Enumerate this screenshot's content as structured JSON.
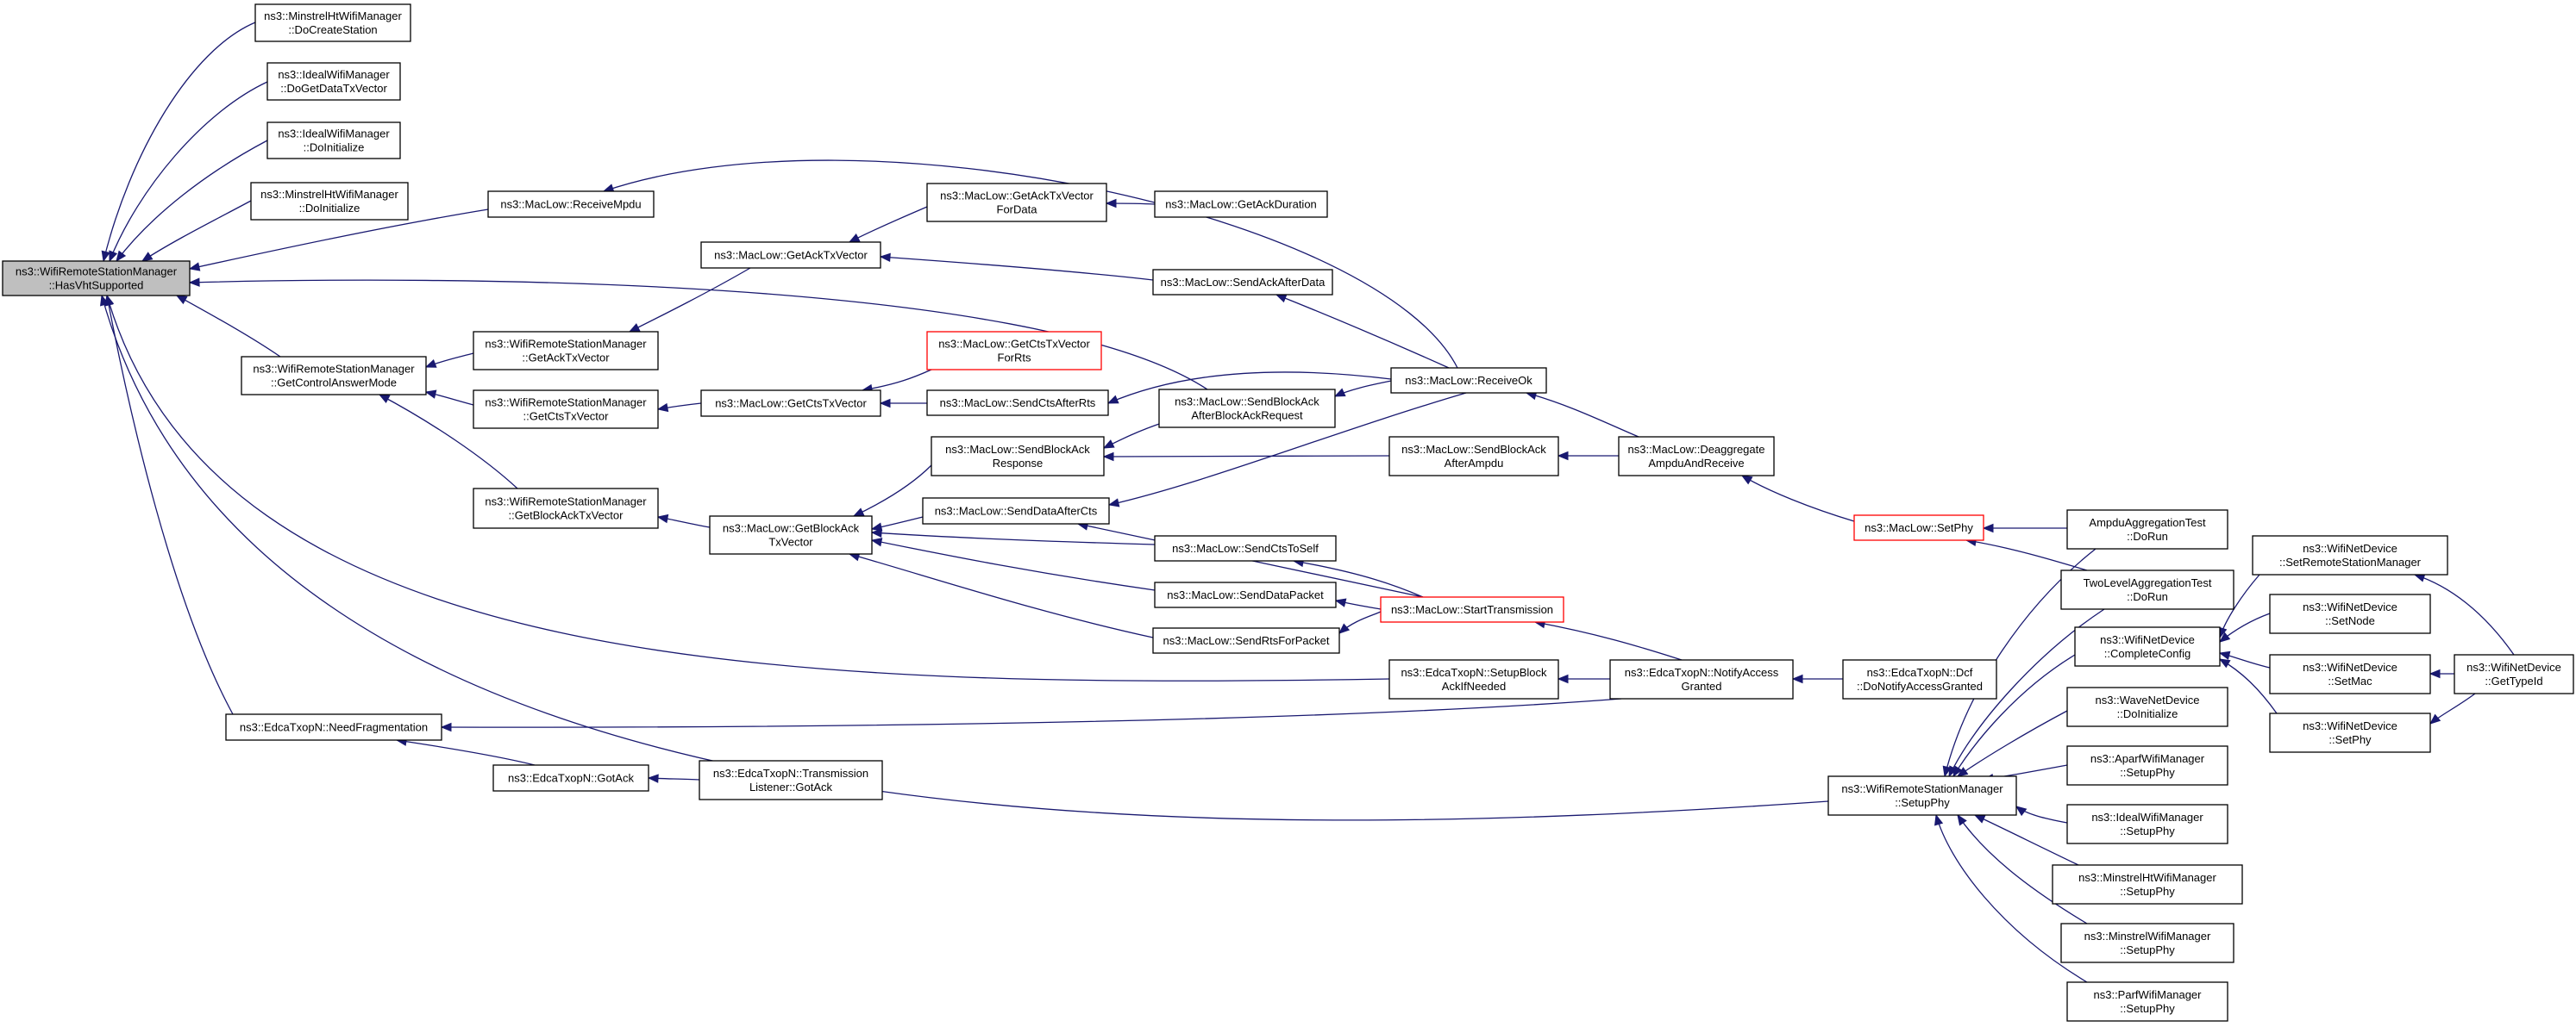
{
  "graph": {
    "colors": {
      "edge": "#191970",
      "node_fill": "#ffffff",
      "root_fill": "#bfbfbf",
      "border": "#000000",
      "truncated_border": "#ff0000"
    },
    "nodes": [
      {
        "id": "hasvht",
        "lines": [
          "ns3::WifiRemoteStationManager",
          "::HasVhtSupported"
        ],
        "root": true
      },
      {
        "id": "minhtcreate",
        "lines": [
          "ns3::MinstrelHtWifiManager",
          "::DoCreateStation"
        ]
      },
      {
        "id": "idealtx",
        "lines": [
          "ns3::IdealWifiManager",
          "::DoGetDataTxVector"
        ]
      },
      {
        "id": "idealinit",
        "lines": [
          "ns3::IdealWifiManager",
          "::DoInitialize"
        ]
      },
      {
        "id": "minhtinit",
        "lines": [
          "ns3::MinstrelHtWifiManager",
          "::DoInitialize"
        ]
      },
      {
        "id": "recvmpdu",
        "lines": [
          "ns3::MacLow::ReceiveMpdu"
        ]
      },
      {
        "id": "getctrl",
        "lines": [
          "ns3::WifiRemoteStationManager",
          "::GetControlAnswerMode"
        ]
      },
      {
        "id": "needfrag",
        "lines": [
          "ns3::EdcaTxopN::NeedFragmentation"
        ]
      },
      {
        "id": "wrsmack",
        "lines": [
          "ns3::WifiRemoteStationManager",
          "::GetAckTxVector"
        ]
      },
      {
        "id": "wrsmcts",
        "lines": [
          "ns3::WifiRemoteStationManager",
          "::GetCtsTxVector"
        ]
      },
      {
        "id": "wrsmba",
        "lines": [
          "ns3::WifiRemoteStationManager",
          "::GetBlockAckTxVector"
        ]
      },
      {
        "id": "gotack",
        "lines": [
          "ns3::EdcaTxopN::GotAck"
        ]
      },
      {
        "id": "mlack",
        "lines": [
          "ns3::MacLow::GetAckTxVector"
        ]
      },
      {
        "id": "mlcts",
        "lines": [
          "ns3::MacLow::GetCtsTxVector"
        ]
      },
      {
        "id": "mlba",
        "lines": [
          "ns3::MacLow::GetBlockAck",
          "TxVector"
        ]
      },
      {
        "id": "txlistener",
        "lines": [
          "ns3::EdcaTxopN::Transmission",
          "Listener::GotAck"
        ]
      },
      {
        "id": "ackfordata",
        "lines": [
          "ns3::MacLow::GetAckTxVector",
          "ForData"
        ]
      },
      {
        "id": "ctsforrts",
        "lines": [
          "ns3::MacLow::GetCtsTxVector",
          "ForRts"
        ],
        "truncated": true
      },
      {
        "id": "sendctsafter",
        "lines": [
          "ns3::MacLow::SendCtsAfterRts"
        ]
      },
      {
        "id": "sendbaresp",
        "lines": [
          "ns3::MacLow::SendBlockAck",
          "Response"
        ]
      },
      {
        "id": "senddataaftercts",
        "lines": [
          "ns3::MacLow::SendDataAfterCts"
        ]
      },
      {
        "id": "getackdur",
        "lines": [
          "ns3::MacLow::GetAckDuration"
        ]
      },
      {
        "id": "sendackafter",
        "lines": [
          "ns3::MacLow::SendAckAfterData"
        ]
      },
      {
        "id": "sendbaafterreq",
        "lines": [
          "ns3::MacLow::SendBlockAck",
          "AfterBlockAckRequest"
        ]
      },
      {
        "id": "sendctstoself",
        "lines": [
          "ns3::MacLow::SendCtsToSelf"
        ]
      },
      {
        "id": "senddatapacket",
        "lines": [
          "ns3::MacLow::SendDataPacket"
        ]
      },
      {
        "id": "sendrts",
        "lines": [
          "ns3::MacLow::SendRtsForPacket"
        ]
      },
      {
        "id": "receiveok",
        "lines": [
          "ns3::MacLow::ReceiveOk"
        ]
      },
      {
        "id": "sendbaampdu",
        "lines": [
          "ns3::MacLow::SendBlockAck",
          "AfterAmpdu"
        ]
      },
      {
        "id": "starttx",
        "lines": [
          "ns3::MacLow::StartTransmission"
        ],
        "truncated": true
      },
      {
        "id": "setupba",
        "lines": [
          "ns3::EdcaTxopN::SetupBlock",
          "AckIfNeeded"
        ]
      },
      {
        "id": "deaggr",
        "lines": [
          "ns3::MacLow::Deaggregate",
          "AmpduAndReceive"
        ]
      },
      {
        "id": "notifyaccess",
        "lines": [
          "ns3::EdcaTxopN::NotifyAccess",
          "Granted"
        ]
      },
      {
        "id": "dcfnotify",
        "lines": [
          "ns3::EdcaTxopN::Dcf",
          "::DoNotifyAccessGranted"
        ]
      },
      {
        "id": "setphy",
        "lines": [
          "ns3::MacLow::SetPhy"
        ],
        "truncated": true
      },
      {
        "id": "wrsmsetup",
        "lines": [
          "ns3::WifiRemoteStationManager",
          "::SetupPhy"
        ]
      },
      {
        "id": "ampdutest",
        "lines": [
          "AmpduAggregationTest",
          "::DoRun"
        ]
      },
      {
        "id": "twoleveltest",
        "lines": [
          "TwoLevelAggregationTest",
          "::DoRun"
        ]
      },
      {
        "id": "completeconfig",
        "lines": [
          "ns3::WifiNetDevice",
          "::CompleteConfig"
        ]
      },
      {
        "id": "wavedoinit",
        "lines": [
          "ns3::WaveNetDevice",
          "::DoInitialize"
        ]
      },
      {
        "id": "aarf",
        "lines": [
          "ns3::AparfWifiManager",
          "::SetupPhy"
        ]
      },
      {
        "id": "idealsetup",
        "lines": [
          "ns3::IdealWifiManager",
          "::SetupPhy"
        ]
      },
      {
        "id": "minhtsetup",
        "lines": [
          "ns3::MinstrelHtWifiManager",
          "::SetupPhy"
        ]
      },
      {
        "id": "minsetup",
        "lines": [
          "ns3::MinstrelWifiManager",
          "::SetupPhy"
        ]
      },
      {
        "id": "parfsetup",
        "lines": [
          "ns3::ParfWifiManager",
          "::SetupPhy"
        ]
      },
      {
        "id": "setremote",
        "lines": [
          "ns3::WifiNetDevice",
          "::SetRemoteStationManager"
        ]
      },
      {
        "id": "setnode",
        "lines": [
          "ns3::WifiNetDevice",
          "::SetNode"
        ]
      },
      {
        "id": "setmac",
        "lines": [
          "ns3::WifiNetDevice",
          "::SetMac"
        ]
      },
      {
        "id": "ndsetphy",
        "lines": [
          "ns3::WifiNetDevice",
          "::SetPhy"
        ]
      },
      {
        "id": "gettypeid",
        "lines": [
          "ns3::WifiNetDevice",
          "::GetTypeId"
        ]
      }
    ],
    "edges": [
      {
        "from": "minhtcreate",
        "to": "hasvht"
      },
      {
        "from": "idealtx",
        "to": "hasvht"
      },
      {
        "from": "idealinit",
        "to": "hasvht"
      },
      {
        "from": "minhtinit",
        "to": "hasvht"
      },
      {
        "from": "recvmpdu",
        "to": "hasvht"
      },
      {
        "from": "getctrl",
        "to": "hasvht"
      },
      {
        "from": "needfrag",
        "to": "hasvht"
      },
      {
        "from": "sendbaafterreq",
        "to": "hasvht"
      },
      {
        "from": "setupba",
        "to": "hasvht"
      },
      {
        "from": "wrsmsetup",
        "to": "hasvht"
      },
      {
        "from": "wrsmack",
        "to": "getctrl"
      },
      {
        "from": "wrsmcts",
        "to": "getctrl"
      },
      {
        "from": "wrsmba",
        "to": "getctrl"
      },
      {
        "from": "mlack",
        "to": "wrsmack"
      },
      {
        "from": "mlcts",
        "to": "wrsmcts"
      },
      {
        "from": "mlba",
        "to": "wrsmba"
      },
      {
        "from": "gotack",
        "to": "needfrag"
      },
      {
        "from": "notifyaccess",
        "to": "needfrag"
      },
      {
        "from": "txlistener",
        "to": "gotack"
      },
      {
        "from": "ackfordata",
        "to": "mlack"
      },
      {
        "from": "sendackafter",
        "to": "mlack"
      },
      {
        "from": "ctsforrts",
        "to": "mlcts"
      },
      {
        "from": "sendctsafter",
        "to": "mlcts"
      },
      {
        "from": "sendbaresp",
        "to": "mlba"
      },
      {
        "from": "senddataaftercts",
        "to": "mlba"
      },
      {
        "from": "sendctstoself",
        "to": "mlba"
      },
      {
        "from": "senddatapacket",
        "to": "mlba"
      },
      {
        "from": "sendrts",
        "to": "mlba"
      },
      {
        "from": "getackdur",
        "to": "ackfordata"
      },
      {
        "from": "receiveok",
        "to": "recvmpdu"
      },
      {
        "from": "receiveok",
        "to": "sendackafter"
      },
      {
        "from": "receiveok",
        "to": "sendctsafter"
      },
      {
        "from": "receiveok",
        "to": "sendbaafterreq"
      },
      {
        "from": "receiveok",
        "to": "senddataaftercts"
      },
      {
        "from": "sendbaafterreq",
        "to": "sendbaresp"
      },
      {
        "from": "sendbaampdu",
        "to": "sendbaresp"
      },
      {
        "from": "starttx",
        "to": "senddataaftercts"
      },
      {
        "from": "starttx",
        "to": "sendctstoself"
      },
      {
        "from": "starttx",
        "to": "senddatapacket"
      },
      {
        "from": "starttx",
        "to": "sendrts"
      },
      {
        "from": "deaggr",
        "to": "receiveok"
      },
      {
        "from": "deaggr",
        "to": "sendbaampdu"
      },
      {
        "from": "notifyaccess",
        "to": "starttx"
      },
      {
        "from": "notifyaccess",
        "to": "setupba"
      },
      {
        "from": "dcfnotify",
        "to": "notifyaccess"
      },
      {
        "from": "setphy",
        "to": "deaggr"
      },
      {
        "from": "ampdutest",
        "to": "setphy"
      },
      {
        "from": "twoleveltest",
        "to": "setphy"
      },
      {
        "from": "ampdutest",
        "to": "wrsmsetup"
      },
      {
        "from": "twoleveltest",
        "to": "wrsmsetup"
      },
      {
        "from": "completeconfig",
        "to": "wrsmsetup"
      },
      {
        "from": "wavedoinit",
        "to": "wrsmsetup"
      },
      {
        "from": "aarf",
        "to": "wrsmsetup"
      },
      {
        "from": "idealsetup",
        "to": "wrsmsetup"
      },
      {
        "from": "minhtsetup",
        "to": "wrsmsetup"
      },
      {
        "from": "minsetup",
        "to": "wrsmsetup"
      },
      {
        "from": "parfsetup",
        "to": "wrsmsetup"
      },
      {
        "from": "setremote",
        "to": "completeconfig"
      },
      {
        "from": "setnode",
        "to": "completeconfig"
      },
      {
        "from": "setmac",
        "to": "completeconfig"
      },
      {
        "from": "ndsetphy",
        "to": "completeconfig"
      },
      {
        "from": "gettypeid",
        "to": "setremote"
      },
      {
        "from": "gettypeid",
        "to": "setmac"
      },
      {
        "from": "gettypeid",
        "to": "ndsetphy"
      }
    ]
  }
}
